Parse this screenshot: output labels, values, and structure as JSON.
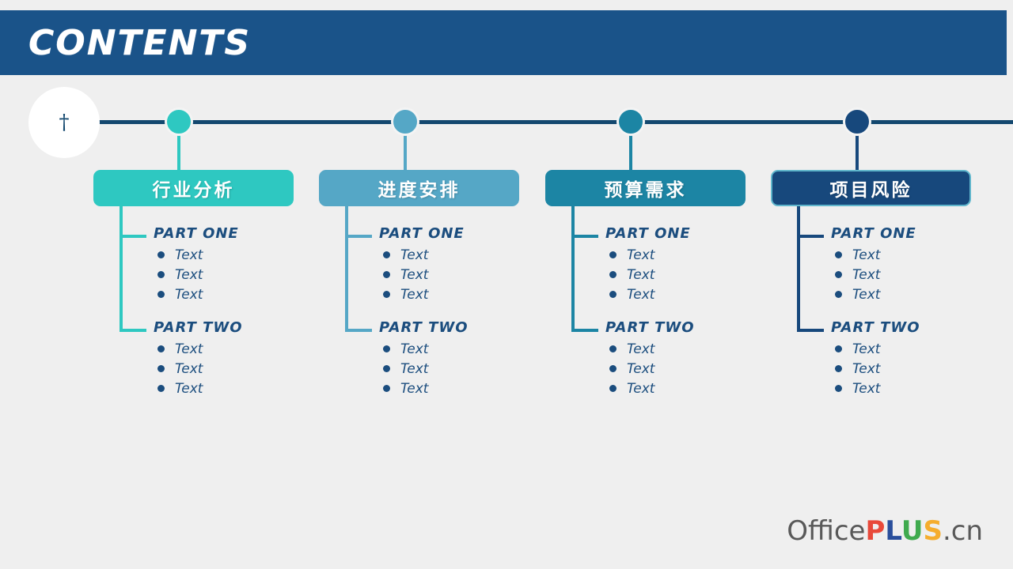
{
  "header": {
    "title": "CONTENTS",
    "bar_color": "#1a5389"
  },
  "logo_badge": {
    "glyph": "†",
    "name": "cross-icon"
  },
  "timeline": {
    "line_color": "#13486f"
  },
  "sections": [
    {
      "title": "行业分析",
      "accent": "#2ec8c1",
      "node_color": "#2ec8c1",
      "pill_border": "#2ec8c1",
      "parts": [
        {
          "label": "PART ONE",
          "items": [
            "Text",
            "Text",
            "Text"
          ]
        },
        {
          "label": "PART TWO",
          "items": [
            "Text",
            "Text",
            "Text"
          ]
        }
      ]
    },
    {
      "title": "进度安排",
      "accent": "#55a7c6",
      "node_color": "#55a7c6",
      "pill_border": "#55a7c6",
      "parts": [
        {
          "label": "PART ONE",
          "items": [
            "Text",
            "Text",
            "Text"
          ]
        },
        {
          "label": "PART TWO",
          "items": [
            "Text",
            "Text",
            "Text"
          ]
        }
      ]
    },
    {
      "title": "预算需求",
      "accent": "#1c85a4",
      "node_color": "#1c85a4",
      "pill_border": "#1c85a4",
      "parts": [
        {
          "label": "PART ONE",
          "items": [
            "Text",
            "Text",
            "Text"
          ]
        },
        {
          "label": "PART TWO",
          "items": [
            "Text",
            "Text",
            "Text"
          ]
        }
      ]
    },
    {
      "title": "项目风险",
      "accent": "#17487c",
      "node_color": "#17487c",
      "pill_border": "#5fb6cc",
      "parts": [
        {
          "label": "PART ONE",
          "items": [
            "Text",
            "Text",
            "Text"
          ]
        },
        {
          "label": "PART TWO",
          "items": [
            "Text",
            "Text",
            "Text"
          ]
        }
      ]
    }
  ],
  "footer": {
    "office": "Office",
    "p": "P",
    "l": "L",
    "u": "U",
    "s": "S",
    "cn": ".cn"
  }
}
